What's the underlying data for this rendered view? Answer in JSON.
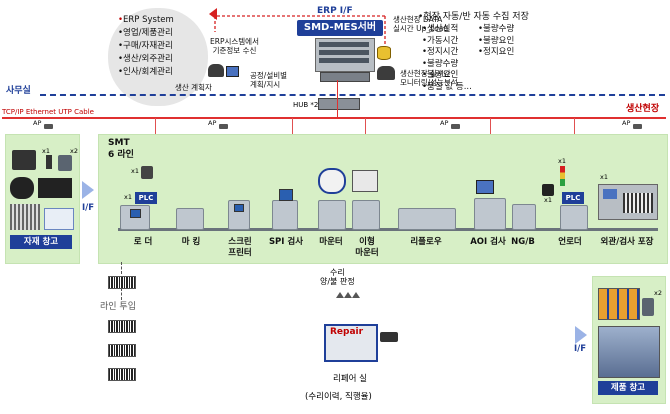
{
  "header": {
    "office": "사무실",
    "cable": "TCP/IP Ethernet UTP Cable",
    "floor": "생산현장",
    "erp_if": "ERP I/F"
  },
  "erp": {
    "title": "ERP System",
    "items": [
      "영업/제품관리",
      "구매/자재관리",
      "생산/외주관리",
      "인사/회계관리"
    ]
  },
  "server": {
    "name": "SMD-MES서버",
    "erp_receive": "ERP시스템에서\n기준정보 수신",
    "data_up": "생산현장 DATA\n실시간 Up_Load",
    "monitor": "생산현장 실시간\n모니터링/성능분석",
    "planner": "생산 계획자",
    "planner_note": "공정/설비별\n계획/지시",
    "hub": "HUB *2"
  },
  "collect": {
    "title": "현장 자동/반 자동 수집 저장",
    "col1": [
      "생산실적",
      "가동시간",
      "정지시간",
      "불량수량",
      "불량요인",
      "품질 값 등..."
    ],
    "col2": [
      "불량수량",
      "불량요인",
      "정지요인"
    ]
  },
  "smt": {
    "title": "SMT",
    "subtitle": "6 라인",
    "stations": [
      "로 더",
      "마 킹",
      "스크린\n프린터",
      "SPI 검사",
      "마운터",
      "이형\n마운터",
      "리플로우",
      "AOI 검사",
      "NG/B",
      "언로더",
      "외관/검사 포장"
    ],
    "plc": "PLC",
    "x1": "x1",
    "x2": "x2",
    "ap": "AP"
  },
  "warehouse": {
    "material": "자재 창고",
    "product": "제품 창고",
    "if": "I/F",
    "line_input": "라인 투입"
  },
  "repair": {
    "judge": "수리\n양/불 판정",
    "label": "Repair",
    "room": "리페어 실",
    "history": "(수리이력, 직행율)"
  }
}
